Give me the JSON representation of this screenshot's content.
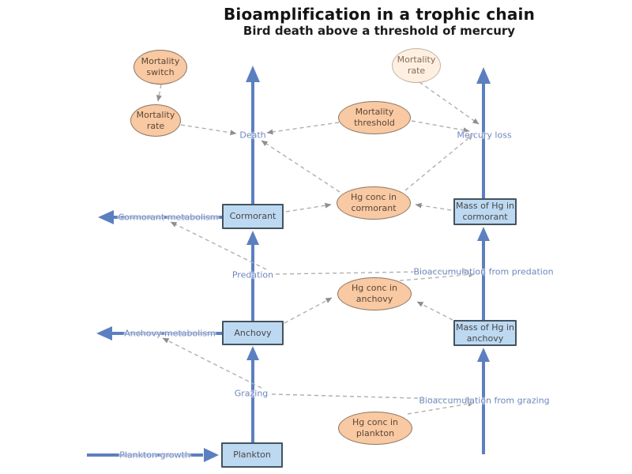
{
  "header": {
    "title": "Bioamplification in a trophic chain",
    "subtitle": "Bird death above a threshold of mercury"
  },
  "stocks": {
    "cormorant": "Cormorant",
    "mass_hg_cormorant": "Mass of Hg in\ncormorant",
    "anchovy": "Anchovy",
    "mass_hg_anchovy": "Mass of Hg in\nanchovy",
    "plankton": "Plankton"
  },
  "flows": {
    "death": "Death",
    "mercury_loss": "Mercury loss",
    "cormorant_metabolism": "Cormorant metabolism",
    "predation": "Predation",
    "bioacc_predation": "Bioaccumulation from predation",
    "anchovy_metabolism": "Anchovy metabolism",
    "grazing": "Grazing",
    "bioacc_grazing": "Bioaccumulation from grazing",
    "plankton_growth": "Plankton growth"
  },
  "auxiliaries": {
    "mortality_switch": "Mortality\nswitch",
    "mortality_rate": "Mortality\nrate",
    "mortality_rate_ghost": "Mortality\nrate",
    "mortality_threshold": "Mortality\nthreshold",
    "hg_conc_cormorant": "Hg conc in\ncormorant",
    "hg_conc_anchovy": "Hg conc in\nanchovy",
    "hg_conc_plankton": "Hg conc in\nplankton"
  },
  "colors": {
    "flow_pipe_blue": "#5c7fc0",
    "stock_fill": "#bdd9f2",
    "stock_border": "#45535f",
    "auxiliary_fill": "#f8c9a2",
    "auxiliary_border": "#8c7662",
    "ghost_fill": "#fdf0e2",
    "flow_label_text": "#6f87bd",
    "influence_line_gray": "#b0b0b0",
    "title_text": "#141414"
  }
}
